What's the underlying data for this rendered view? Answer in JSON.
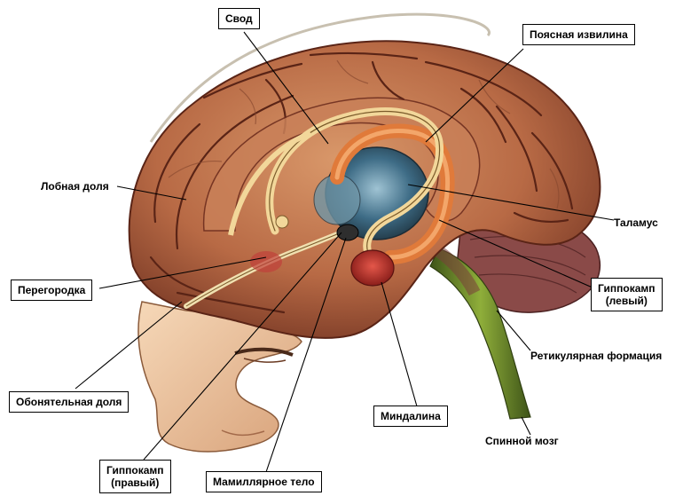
{
  "labels": {
    "svod": "Свод",
    "poyasnaya": "Поясная извилина",
    "lobnaya": "Лобная доля",
    "talamus": "Таламус",
    "peregorodka": "Перегородка",
    "gippokamp_left_1": "Гиппокамп",
    "gippokamp_left_2": "(левый)",
    "retikulyarnaya": "Ретикулярная формация",
    "obonyatelnaya": "Обонятельная доля",
    "mindalina": "Миндалина",
    "spinnoy": "Спинной мозг",
    "gippokamp_right_1": "Гиппокамп",
    "gippokamp_right_2": "(правый)",
    "mamillyarnoe": "Мамиллярное тело"
  },
  "colors": {
    "cortex": "#b86a45",
    "cortex_dark": "#6a2a1c",
    "cortex_light": "#d9986a",
    "fornix": "#f2d79a",
    "cingulate": "#e59a5a",
    "thalamus": "#3e6c86",
    "amygdala": "#c0302a",
    "skin": "#f1c8a0",
    "brainstem": "#6f8a2e",
    "cerebellum": "#8a4a48"
  }
}
